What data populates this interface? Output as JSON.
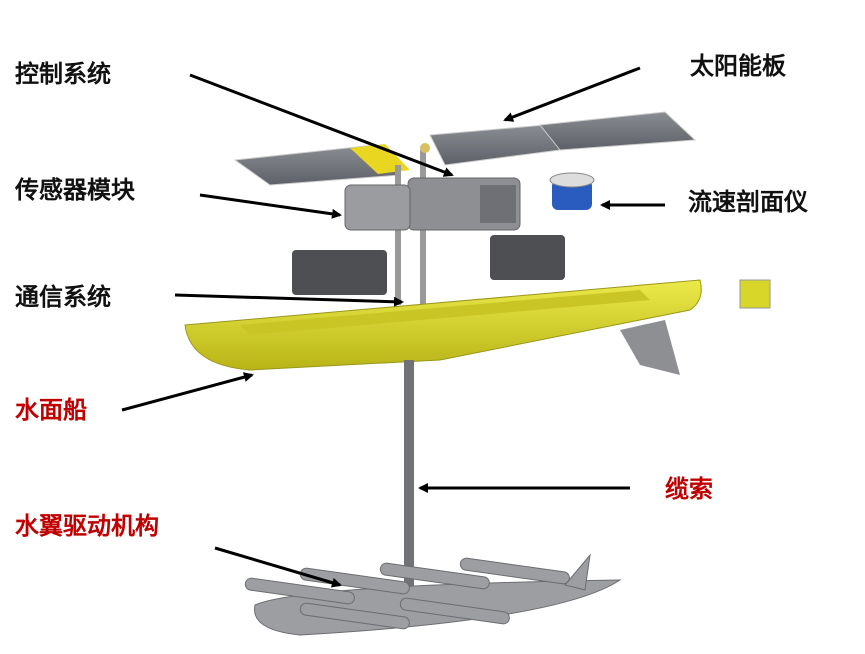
{
  "labels": {
    "control_system": "控制系统",
    "solar_panel": "太阳能板",
    "sensor_module": "传感器模块",
    "current_profiler": "流速剖面仪",
    "communication_system": "通信系统",
    "surface_boat": "水面船",
    "cable": "缆索",
    "hydrofoil_drive": "水翼驱动机构"
  },
  "colors": {
    "hull": "#d9d62a",
    "label_red": "#c00000",
    "label_black": "#111111"
  }
}
